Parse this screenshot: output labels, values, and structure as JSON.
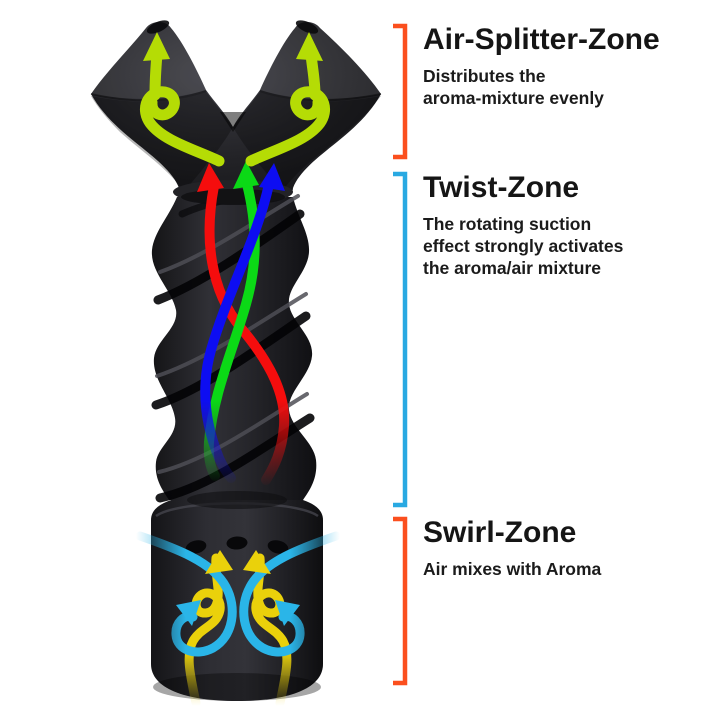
{
  "diagram": {
    "subject": "aroma-twister-mouthpiece-cutaway",
    "background": "#ffffff"
  },
  "annotations": {
    "zones": [
      {
        "id": "air-splitter-zone",
        "title": "Air-Splitter-Zone",
        "description": "Distributes the\naroma-mixture evenly",
        "bracket_color": "#fb4f1e"
      },
      {
        "id": "twist-zone",
        "title": "Twist-Zone",
        "description": "The rotating suction\neffect strongly activates\nthe aroma/air mixture",
        "bracket_color": "#29a9e2"
      },
      {
        "id": "swirl-zone",
        "title": "Swirl-Zone",
        "description": "Air mixes with Aroma",
        "bracket_color": "#fb4f1e"
      }
    ]
  },
  "colors": {
    "background": "#ffffff",
    "text": "#151515",
    "bracket_orange": "#fb4f1e",
    "bracket_blue": "#29a9e2",
    "device_body_dark": "#141416",
    "device_body_light": "#3a3a40",
    "stream_red": "#f50d0d",
    "stream_green": "#0bd916",
    "stream_blue": "#0d0df2",
    "stream_chartreuse": "#b5dc05",
    "stream_cyan": "#2ab5e8",
    "stream_yellow": "#ead10b"
  }
}
